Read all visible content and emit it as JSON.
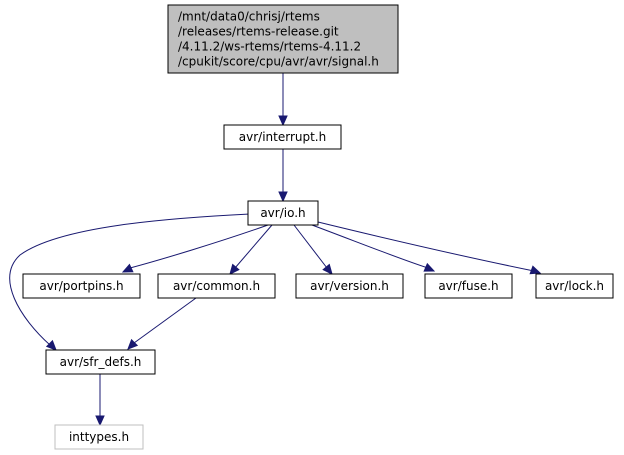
{
  "graph": {
    "colors": {
      "edge": "#191970",
      "root_fill": "#bfbfbf",
      "node_fill": "#ffffff",
      "node_border": "#000000",
      "missing_border": "#bfbfbf"
    },
    "nodes": [
      {
        "id": "signal",
        "lines": [
          "/mnt/data0/chrisj/rtems",
          "/releases/rtems-release.git",
          "/4.11.2/ws-rtems/rtems-4.11.2",
          "/cpukit/score/cpu/avr/avr/signal.h"
        ],
        "kind": "root"
      },
      {
        "id": "interrupt",
        "lines": [
          "avr/interrupt.h"
        ],
        "kind": "normal"
      },
      {
        "id": "io",
        "lines": [
          "avr/io.h"
        ],
        "kind": "normal"
      },
      {
        "id": "portpins",
        "lines": [
          "avr/portpins.h"
        ],
        "kind": "normal"
      },
      {
        "id": "common",
        "lines": [
          "avr/common.h"
        ],
        "kind": "normal"
      },
      {
        "id": "version",
        "lines": [
          "avr/version.h"
        ],
        "kind": "normal"
      },
      {
        "id": "fuse",
        "lines": [
          "avr/fuse.h"
        ],
        "kind": "normal"
      },
      {
        "id": "lock",
        "lines": [
          "avr/lock.h"
        ],
        "kind": "normal"
      },
      {
        "id": "sfr_defs",
        "lines": [
          "avr/sfr_defs.h"
        ],
        "kind": "normal"
      },
      {
        "id": "inttypes",
        "lines": [
          "inttypes.h"
        ],
        "kind": "missing"
      }
    ],
    "edges": [
      {
        "from": "signal",
        "to": "interrupt"
      },
      {
        "from": "interrupt",
        "to": "io"
      },
      {
        "from": "io",
        "to": "portpins"
      },
      {
        "from": "io",
        "to": "common"
      },
      {
        "from": "io",
        "to": "version"
      },
      {
        "from": "io",
        "to": "fuse"
      },
      {
        "from": "io",
        "to": "lock"
      },
      {
        "from": "io",
        "to": "sfr_defs"
      },
      {
        "from": "common",
        "to": "sfr_defs"
      },
      {
        "from": "sfr_defs",
        "to": "inttypes"
      }
    ]
  }
}
